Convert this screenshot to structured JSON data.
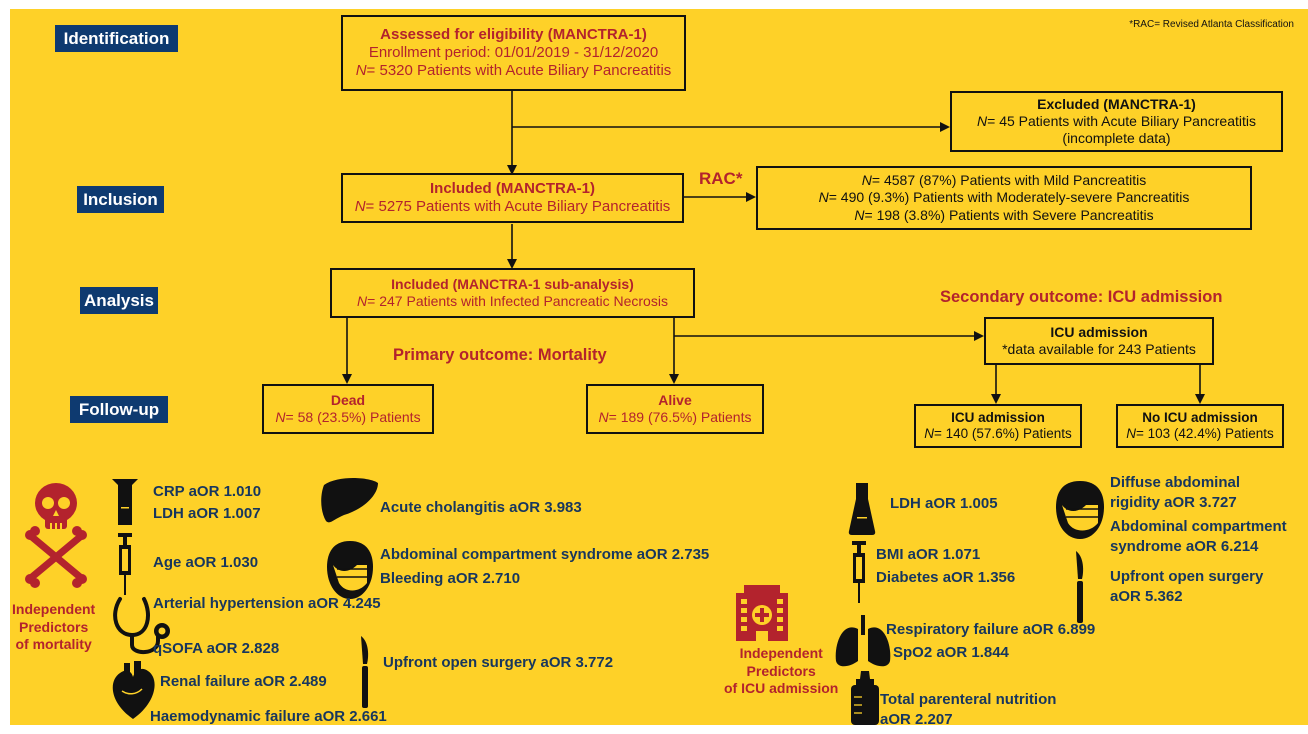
{
  "footnote": "*RAC= Revised Atlanta Classification",
  "stages": {
    "identification": "Identification",
    "inclusion": "Inclusion",
    "analysis": "Analysis",
    "followup": "Follow-up"
  },
  "boxes": {
    "assessed": {
      "title": "Assessed for eligibility (MANCTRA-1)",
      "line2": "Enrollment period: 01/01/2019 - 31/12/2020",
      "n": "N",
      "rest": "= 5320 Patients with Acute Biliary Pancreatitis"
    },
    "excluded": {
      "title": "Excluded (MANCTRA-1)",
      "n": "N",
      "rest": "= 45 Patients with Acute Biliary Pancreatitis",
      "line3": "(incomplete data)"
    },
    "included": {
      "title": "Included (MANCTRA-1)",
      "n": "N",
      "rest": "= 5275 Patients with Acute Biliary Pancreatitis"
    },
    "rac": {
      "l1n": "N",
      "l1": "= 4587 (87%) Patients with Mild Pancreatitis",
      "l2n": "N",
      "l2": "= 490 (9.3%) Patients with Moderately-severe Pancreatitis",
      "l3n": "N",
      "l3": "= 198 (3.8%) Patients with Severe Pancreatitis"
    },
    "subanalysis": {
      "title": "Included (MANCTRA-1 sub-analysis)",
      "n": "N",
      "rest": "= 247 Patients with Infected Pancreatic Necrosis"
    },
    "icu_parent": {
      "title": "ICU admission",
      "line2": "*data available for 243 Patients"
    },
    "dead": {
      "title": "Dead",
      "n": "N",
      "rest": "= 58 (23.5%) Patients"
    },
    "alive": {
      "title": "Alive",
      "n": "N",
      "rest": "= 189 (76.5%) Patients"
    },
    "icu_yes": {
      "title": "ICU admission",
      "n": "N",
      "rest": "= 140 (57.6%) Patients"
    },
    "icu_no": {
      "title": "No ICU admission",
      "n": "N",
      "rest": "= 103 (42.4%) Patients"
    }
  },
  "labels": {
    "rac": "RAC*",
    "primary": "Primary outcome: Mortality",
    "secondary": "Secondary outcome: ICU admission"
  },
  "mortality": {
    "caption_l1": "Independent",
    "caption_l2": "Predictors",
    "caption_l3": "of mortality",
    "crp": "CRP aOR 1.010",
    "ldh": "LDH aOR 1.007",
    "age": "Age aOR 1.030",
    "hypertension": "Arterial hypertension aOR 4.245",
    "qsofa": "qSOFA aOR 2.828",
    "renal": "Renal failure aOR 2.489",
    "haemodynamic": "Haemodynamic failure aOR 2.661",
    "cholangitis": "Acute cholangitis aOR 3.983",
    "acs": "Abdominal compartment syndrome aOR 2.735",
    "bleeding": "Bleeding aOR 2.710",
    "surgery": "Upfront open surgery aOR 3.772"
  },
  "icu": {
    "caption_l1": "Independent",
    "caption_l2": "Predictors",
    "caption_l3": "of ICU admission",
    "ldh": "LDH aOR 1.005",
    "bmi": "BMI aOR 1.071",
    "diabetes": "Diabetes aOR 1.356",
    "respiratory": "Respiratory failure aOR 6.899",
    "spo2": "SpO2 aOR 1.844",
    "tpn_l1": "Total parenteral nutrition",
    "tpn_l2": "aOR 2.207",
    "rigidity_l1": "Diffuse abdominal",
    "rigidity_l2": "rigidity aOR 3.727",
    "acs_l1": "Abdominal compartment",
    "acs_l2": "syndrome aOR 6.214",
    "surgery_l1": "Upfront open surgery",
    "surgery_l2": "aOR 5.362"
  },
  "icons": [
    "skull-crossbones-icon",
    "test-tube-icon",
    "syringe-icon",
    "stethoscope-icon",
    "heart-icon",
    "liver-icon",
    "masked-face-icon",
    "scalpel-icon",
    "hospital-icon",
    "lungs-icon",
    "baby-bottle-icon"
  ],
  "colors": {
    "background": "#fed128",
    "stage": "#0e3a70",
    "accent": "#b3232d",
    "predictor": "#17365e"
  }
}
